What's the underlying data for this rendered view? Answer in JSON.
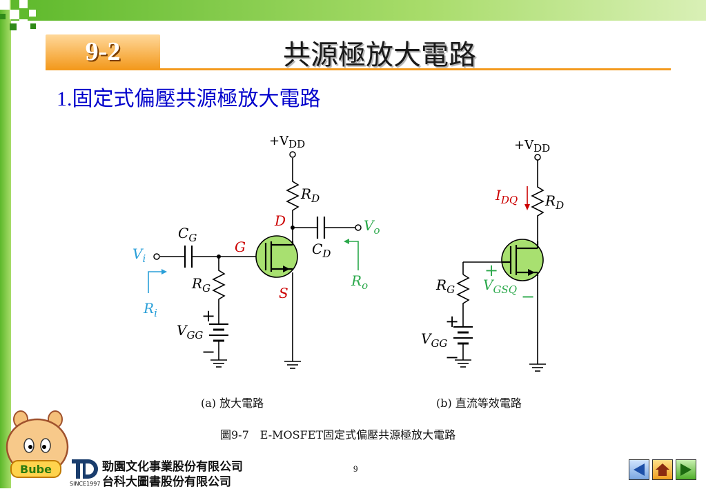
{
  "slide": {
    "section_number": "9-2",
    "title": "共源極放大電路",
    "subtitle_num": "1.",
    "subtitle_text": "固定式偏壓共源極放大電路",
    "page_number": "9"
  },
  "figure": {
    "caption_a": "(a) 放大電路",
    "caption_b": "(b) 直流等效電路",
    "figure_caption": "圖9-7　E-MOSFET固定式偏壓共源極放大電路"
  },
  "circuit_a": {
    "vdd": "+V",
    "vdd_sub": "DD",
    "rd": "R",
    "rd_sub": "D",
    "d": "D",
    "g": "G",
    "s": "S",
    "cg": "C",
    "cg_sub": "G",
    "cd": "C",
    "cd_sub": "D",
    "vo": "V",
    "vo_sub": "o",
    "ro": "R",
    "ro_sub": "o",
    "vi": "V",
    "vi_sub": "i",
    "ri": "R",
    "ri_sub": "i",
    "rg": "R",
    "rg_sub": "G",
    "vgg": "V",
    "vgg_sub": "GG",
    "plus": "+",
    "minus": "−"
  },
  "circuit_b": {
    "vdd": "+V",
    "vdd_sub": "DD",
    "rd": "R",
    "rd_sub": "D",
    "idq": "I",
    "idq_sub": "DQ",
    "rg": "R",
    "rg_sub": "G",
    "vgsq": "V",
    "vgsq_sub": "GSQ",
    "vgg": "V",
    "vgg_sub": "GG",
    "plus": "+",
    "minus": "−"
  },
  "publisher": {
    "line1": "勁園文化事業股份有限公司",
    "line2": "台科大圖書股份有限公司",
    "since": "SINCE1997",
    "mascot_label": "Bube"
  },
  "nav": {
    "prev_icon": "triangle-left-icon",
    "home_icon": "home-icon",
    "next_icon": "triangle-right-icon"
  },
  "colors": {
    "accent_orange": "#f39a1e",
    "accent_green": "#5cb82a",
    "title_blue": "#0000cc",
    "label_red": "#cc0000",
    "label_blue": "#2a9fd8",
    "label_green": "#2aa84a",
    "mosfet_fill": "#a8e070"
  }
}
